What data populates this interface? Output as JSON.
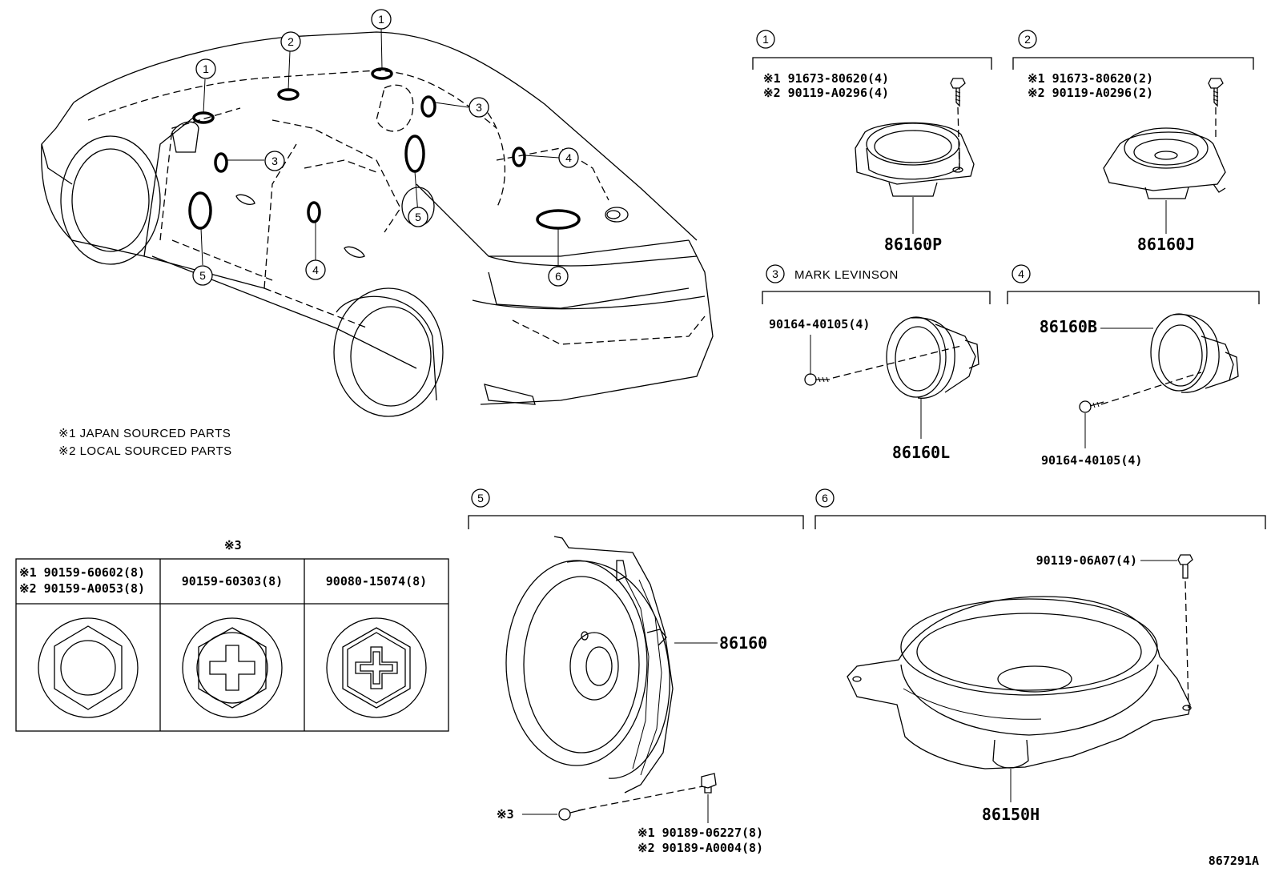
{
  "car_callouts": [
    "1",
    "2",
    "1",
    "3",
    "3",
    "4",
    "4",
    "5",
    "5",
    "6"
  ],
  "notes": {
    "n1": "※1 JAPAN SOURCED PARTS",
    "n2": "※2 LOCAL SOURCED PARTS"
  },
  "group1": {
    "num": "1",
    "line1": "※1 91673-80620(4)",
    "line2": "※2 90119-A0296(4)",
    "part": "86160P"
  },
  "group2": {
    "num": "2",
    "line1": "※1 91673-80620(2)",
    "line2": "※2 90119-A0296(2)",
    "part": "86160J"
  },
  "group3": {
    "num": "3",
    "title": "MARK LEVINSON",
    "screw": "90164-40105(4)",
    "part": "86160L"
  },
  "group4": {
    "num": "4",
    "part": "86160B",
    "screw": "90164-40105(4)"
  },
  "fastener_table": {
    "header_note": "※3",
    "c1_l1": "※1 90159-60602(8)",
    "c1_l2": "※2 90159-A0053(8)",
    "c2": "90159-60303(8)",
    "c3": "90080-15074(8)"
  },
  "group5": {
    "num": "5",
    "part": "86160",
    "note3": "※3",
    "l1": "※1 90189-06227(8)",
    "l2": "※2 90189-A0004(8)"
  },
  "group6": {
    "num": "6",
    "screw": "90119-06A07(4)",
    "part": "86150H"
  },
  "diagram_id": "867291A"
}
